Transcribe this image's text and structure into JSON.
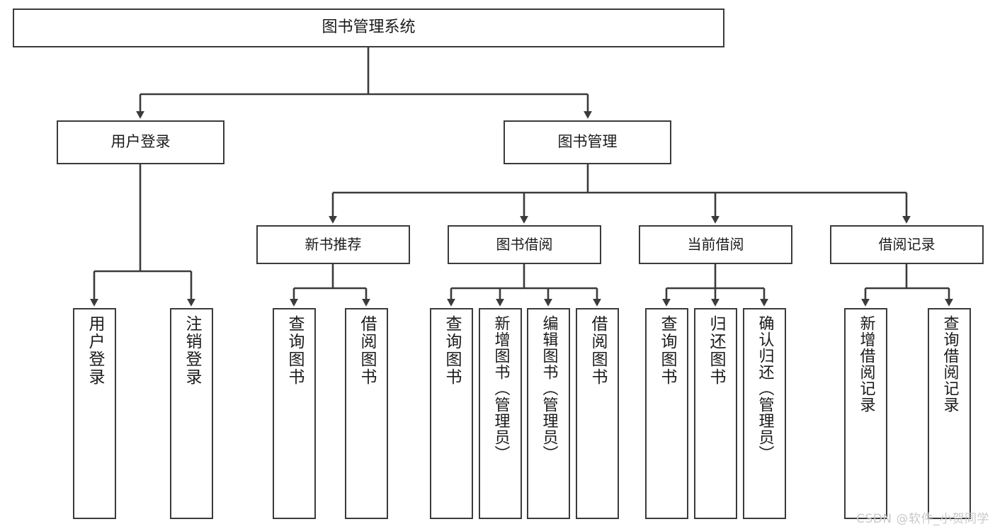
{
  "diagram": {
    "title": "图书管理系统",
    "type": "tree",
    "style": {
      "box_border": "#3b3b3b",
      "box_fill": "#ffffff",
      "line": "#3b3b3b",
      "text": "#1b1b1b",
      "background": "#ffffff"
    },
    "root": {
      "label": "图书管理系统"
    },
    "level2": [
      {
        "label": "用户登录"
      },
      {
        "label": "图书管理"
      }
    ],
    "level3": [
      {
        "label": "新书推荐"
      },
      {
        "label": "图书借阅"
      },
      {
        "label": "当前借阅"
      },
      {
        "label": "借阅记录"
      }
    ],
    "leaves": {
      "user_login": [
        {
          "label": "用户登录"
        },
        {
          "label": "注销登录"
        }
      ],
      "new_book_recommend": [
        {
          "label": "查询图书"
        },
        {
          "label": "借阅图书"
        }
      ],
      "book_borrow": [
        {
          "label": "查询图书"
        },
        {
          "label": "新增图书（管理员）"
        },
        {
          "label": "编辑图书（管理员）"
        },
        {
          "label": "借阅图书"
        }
      ],
      "current_borrow": [
        {
          "label": "查询图书"
        },
        {
          "label": "归还图书"
        },
        {
          "label": "确认归还（管理员）"
        }
      ],
      "borrow_record": [
        {
          "label": "新增借阅记录"
        },
        {
          "label": "查询借阅记录"
        }
      ]
    }
  },
  "watermark": {
    "text": "CSDN @软件_小贺同学"
  }
}
